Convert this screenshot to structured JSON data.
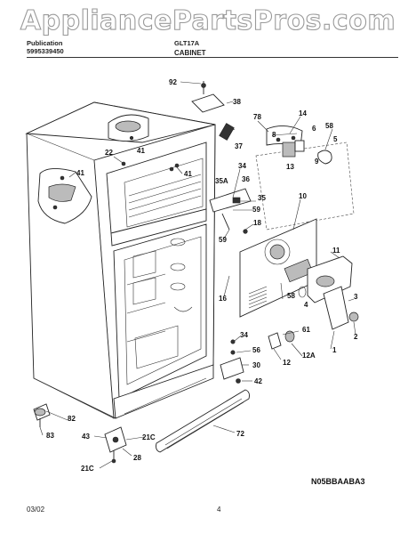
{
  "watermark": "AppliancePartsPros.com",
  "header": {
    "left_line1": "Publication",
    "left_line2": "5995339450",
    "right_line1": "GLT17A",
    "section": "CABINET"
  },
  "footer": {
    "date": "03/02",
    "page": "4",
    "diagram_code": "N05BBAABA3"
  },
  "part_labels": [
    "92",
    "38",
    "78",
    "14",
    "58",
    "5",
    "6",
    "8",
    "9",
    "13",
    "37",
    "22",
    "41",
    "41",
    "41",
    "34",
    "35A",
    "36",
    "35",
    "10",
    "59",
    "18",
    "59",
    "11",
    "16",
    "58",
    "4",
    "3",
    "2",
    "1",
    "34",
    "56",
    "61",
    "12",
    "12A",
    "30",
    "42",
    "82",
    "83",
    "43",
    "21C",
    "28",
    "21C",
    "72"
  ]
}
